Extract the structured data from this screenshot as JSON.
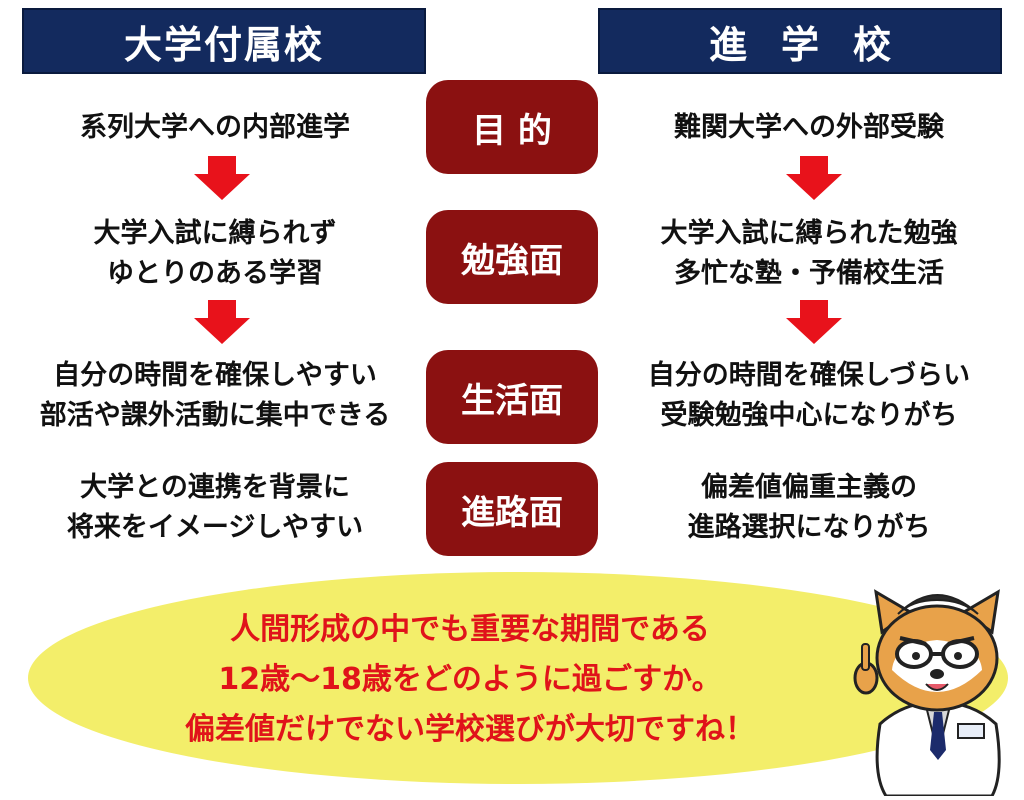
{
  "headers": {
    "left": "大学付属校",
    "right": "進学校"
  },
  "rows": [
    {
      "label": "目 的",
      "left": [
        "系列大学への内部進学"
      ],
      "right": [
        "難関大学への外部受験"
      ]
    },
    {
      "label": "勉強面",
      "left": [
        "大学入試に縛られず",
        "ゆとりのある学習"
      ],
      "right": [
        "大学入試に縛られた勉強",
        "多忙な塾・予備校生活"
      ]
    },
    {
      "label": "生活面",
      "left": [
        "自分の時間を確保しやすい",
        "部活や課外活動に集中できる"
      ],
      "right": [
        "自分の時間を確保しづらい",
        "受験勉強中心になりがち"
      ]
    },
    {
      "label": "進路面",
      "left": [
        "大学との連携を背景に",
        "将来をイメージしやすい"
      ],
      "right": [
        "偏差値偏重主義の",
        "進路選択になりがち"
      ]
    }
  ],
  "message": [
    "人間形成の中でも重要な期間である",
    "12歳～18歳をどのように過ごすか。",
    "偏差値だけでない学校選びが大切ですね！"
  ],
  "colors": {
    "header_bg": "#132a5e",
    "label_bg": "#8b1111",
    "arrow": "#e8121b",
    "bubble": "#f3ee6a",
    "message_text": "#e0131a"
  }
}
